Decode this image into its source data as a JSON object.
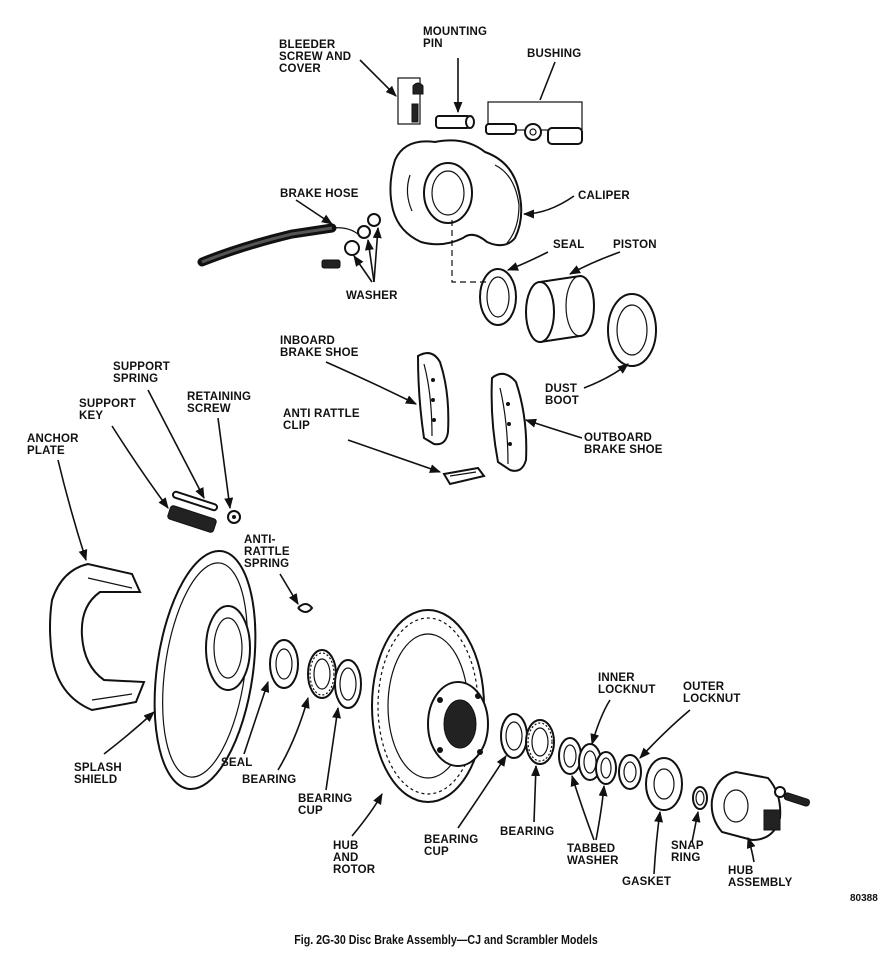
{
  "labels": {
    "bleeder": "BLEEDER\nSCREW AND\nCOVER",
    "mounting_pin": "MOUNTING\nPIN",
    "bushing": "BUSHING",
    "brake_hose": "BRAKE HOSE",
    "caliper": "CALIPER",
    "seal_top": "SEAL",
    "piston": "PISTON",
    "washer": "WASHER",
    "inboard_shoe": "INBOARD\nBRAKE SHOE",
    "dust_boot": "DUST\nBOOT",
    "outboard_shoe": "OUTBOARD\nBRAKE SHOE",
    "anti_rattle_clip": "ANTI RATTLE\nCLIP",
    "support_spring": "SUPPORT\nSPRING",
    "retaining_screw": "RETAINING\nSCREW",
    "support_key": "SUPPORT\nKEY",
    "anchor_plate": "ANCHOR\nPLATE",
    "anti_rattle_spring": "ANTI-\nRATTLE\nSPRING",
    "splash_shield": "SPLASH\nSHIELD",
    "seal_bottom": "SEAL",
    "bearing_left": "BEARING",
    "bearing_cup_left": "BEARING\nCUP",
    "hub_rotor": "HUB\nAND\nROTOR",
    "bearing_cup_right": "BEARING\nCUP",
    "bearing_right": "BEARING",
    "inner_locknut": "INNER\nLOCKNUT",
    "outer_locknut": "OUTER\nLOCKNUT",
    "tabbed_washer": "TABBED\nWASHER",
    "snap_ring": "SNAP\nRING",
    "gasket": "GASKET",
    "hub_assembly": "HUB\nASSEMBLY"
  },
  "figure_number": "80388",
  "caption": "Fig. 2G-30   Disc Brake Assembly—CJ and Scrambler Models"
}
